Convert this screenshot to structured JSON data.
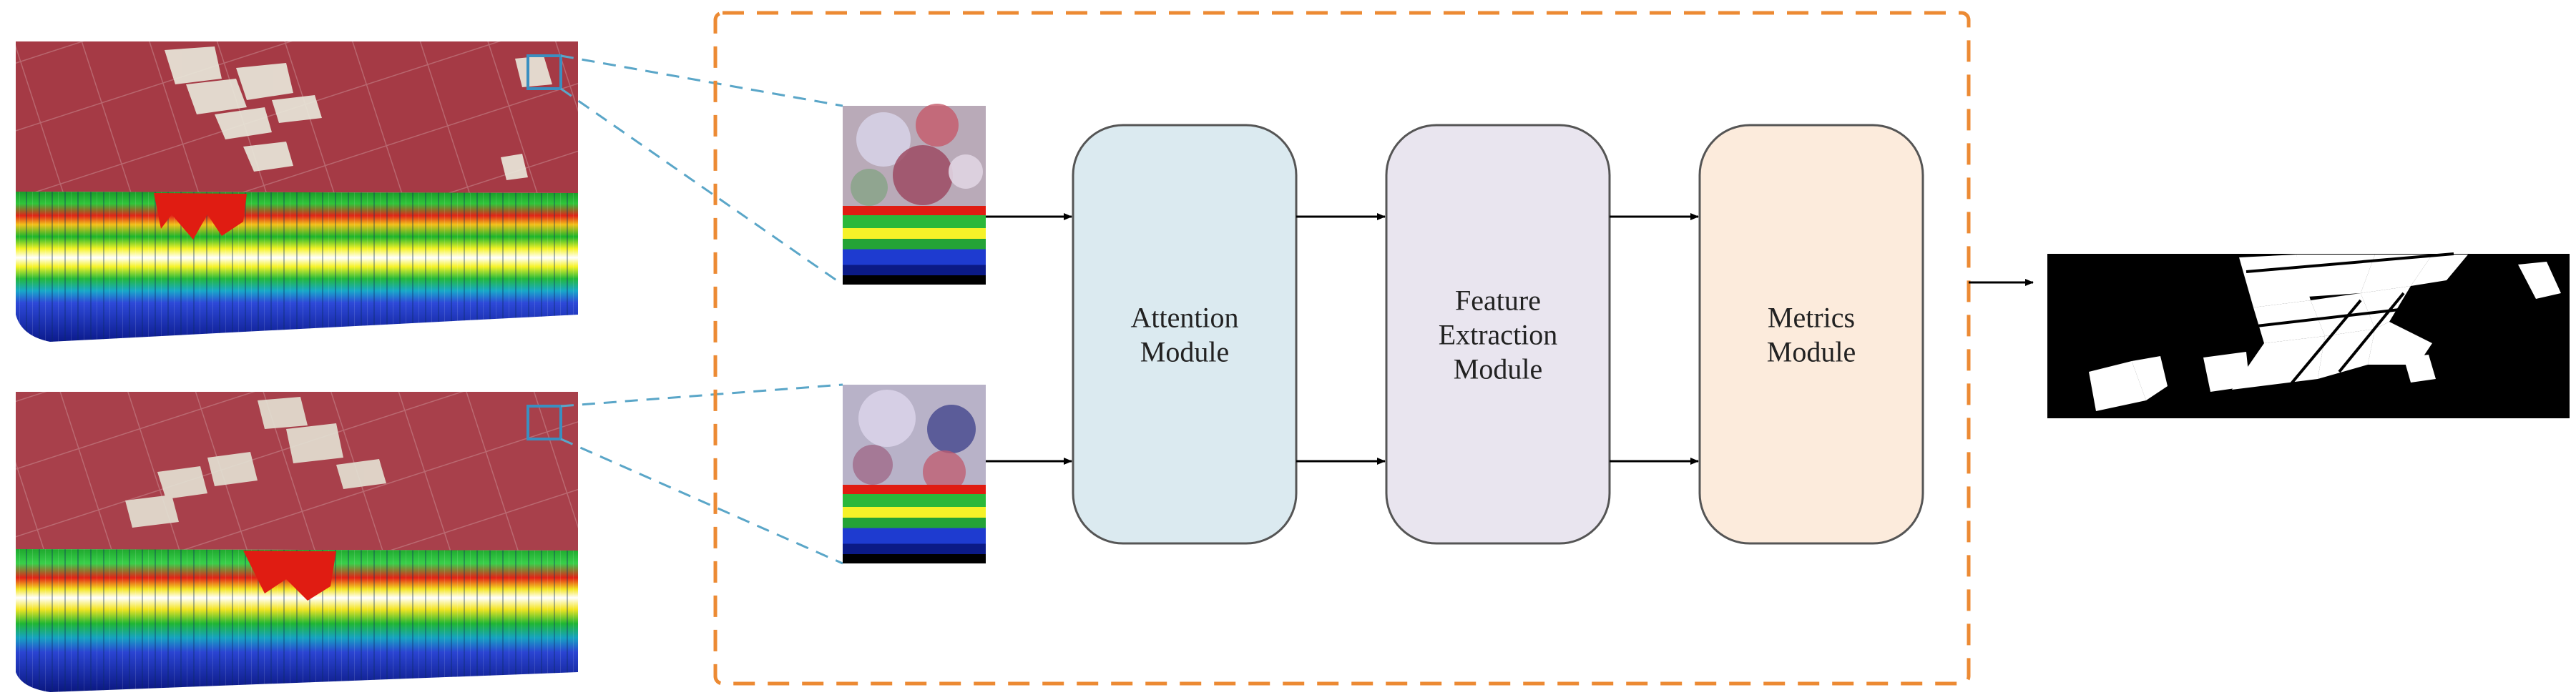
{
  "modules": [
    {
      "id": "attention",
      "lines": [
        "Attention",
        "Module"
      ],
      "fill": "#dbeaf0"
    },
    {
      "id": "feature-extraction",
      "lines": [
        "Feature",
        "Extraction",
        "Module"
      ],
      "fill": "#e9e5ef"
    },
    {
      "id": "metrics",
      "lines": [
        "Metrics",
        "Module"
      ],
      "fill": "#fcebdc"
    }
  ],
  "colors": {
    "dashed_frame": "#ec8a33",
    "zoom_lines": "#5aa6c8",
    "box_stroke": "#555555",
    "arrow": "#000000",
    "spectral_bands": [
      "#1528c0",
      "#22b628",
      "#f3ef26",
      "#e01c12",
      "#0a1a86"
    ],
    "false_color_surface": "#a53a45"
  },
  "icons": {
    "image_cube_top": "hyperspectral-cube-t1-icon",
    "image_cube_bottom": "hyperspectral-cube-t2-icon",
    "patch_top": "patch-cube-t1-icon",
    "patch_bottom": "patch-cube-t2-icon",
    "output": "change-map-icon"
  }
}
